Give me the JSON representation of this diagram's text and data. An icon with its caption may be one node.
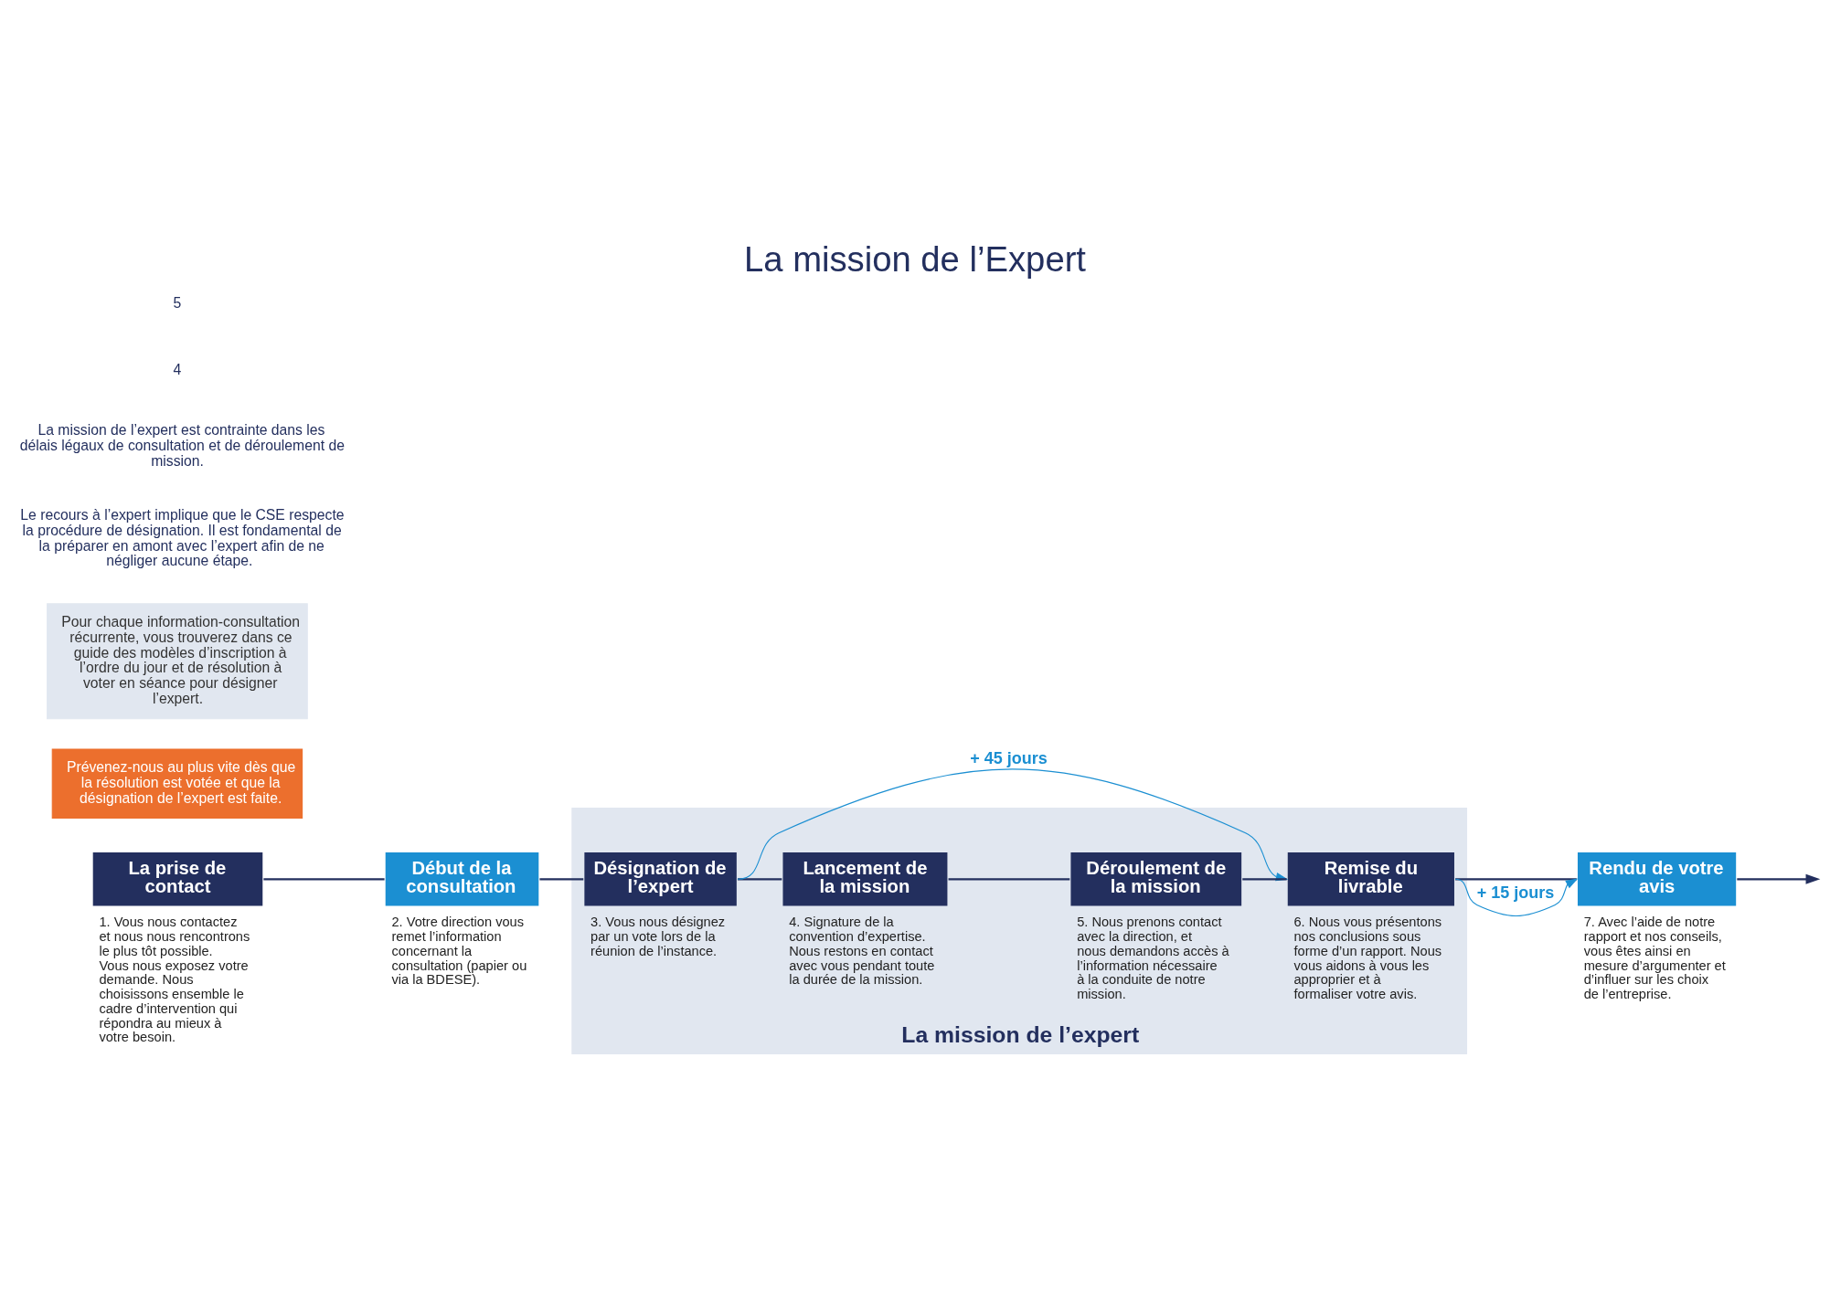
{
  "diagram": {
    "title": "La mission de l’Expert",
    "nodes": [
      {
        "text": [
          "La mission de l’expert"
        ]
      },
      {
        "text": [
          "La prise de contact",
          "1. Vous nous contactez et nous nous rencontrons le plus tôt possible. Vous nous exposez votre demande. Nous choisissons ensemble le cadre d’intervention qui répondra au mieux à votre besoin."
        ]
      },
      {
        "text": [
          "Début de la consultation",
          "2. Votre direction vous remet l’information concernant la consultation (papier ou via la BDESE)."
        ]
      },
      {
        "text": [
          "Désignation de l’expert",
          "3. Vous nous désignez par un vote lors de la réunion de l’instance."
        ],
        "in": 0
      },
      {
        "text": [
          "Lancement de la mission",
          "4. Signature de la convention d’expertise. Nous restons en contact avec vous pendant toute la durée de la mission."
        ],
        "in": 0
      },
      {
        "text": [
          "Déroulement de la mission",
          "5. Nous prenons contact avec la direction, et nous demandons accès à l’information nécessaire à la conduite de notre mission."
        ],
        "in": 0
      },
      {
        "text": [
          "Remise du livrable",
          "6. Nous vous présentons nos conclusions sous forme d’un rapport. Nous vous aidons à vous les approprier et à formaliser votre avis."
        ],
        "in": 0
      },
      {
        "text": [
          "Rendu de votre avis",
          "7. Avec l’aide de notre rapport et nos conseils, vous êtes ainsi en mesure d’argumenter et d’influer sur les choix de l’entreprise."
        ]
      },
      {
        "text": [
          "Prévenez-nous au plus vite dès que la résolution est votée et que la désignation de l’expert est faite."
        ]
      },
      {
        "text": [
          "Pour chaque information-consultation récurrente, vous trouverez dans ce guide des modèles d’inscription à l’ordre du jour et de résolution à voter en séance pour désigner l’expert."
        ]
      }
    ],
    "edges": [
      {
        "from": 1,
        "to": 2,
        "arrow": "none"
      },
      {
        "from": 2,
        "to": 3,
        "arrow": "none"
      },
      {
        "from": 3,
        "to": 4,
        "arrow": "none"
      },
      {
        "from": 4,
        "to": 5,
        "arrow": "none"
      },
      {
        "from": 5,
        "to": 6,
        "arrow": "none"
      },
      {
        "from": 6,
        "to": 7,
        "arrow": "none"
      },
      {
        "from": 7,
        "to": null,
        "arrow": "to"
      },
      {
        "from": 3,
        "to": 6,
        "arrow": "to",
        "label": "+ 45 jours",
        "color": "#1b8fd2"
      },
      {
        "from": 6,
        "to": 7,
        "arrow": "to",
        "label": "+ 15 jours",
        "color": "#1b8fd2"
      }
    ],
    "labels": [
      "Le recours à l’expert implique que le CSE respecte la procédure de désignation. Il est fondamental de la préparer en amont avec l’expert afin de ne négliger aucune étape.",
      "La mission de l’expert est contrainte dans les délais légaux de consultation et de déroulement de mission.",
      "4",
      "5"
    ]
  }
}
